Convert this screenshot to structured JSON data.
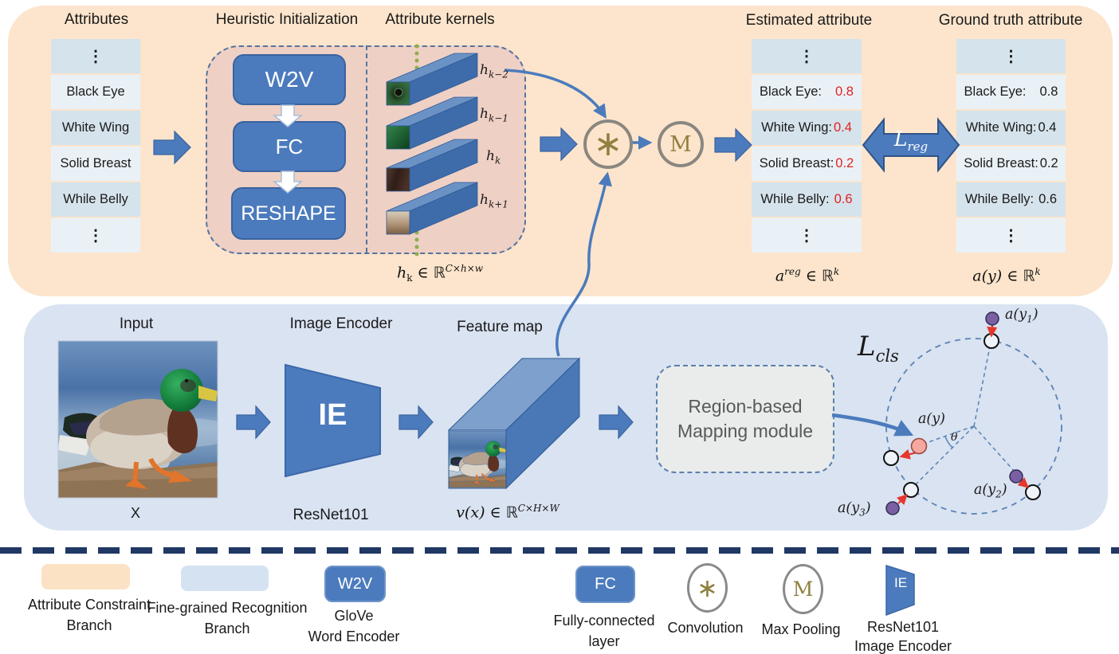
{
  "colors": {
    "branch_peach": "#fce5cc",
    "branch_blue": "#d9e3f1",
    "heuristic_pink": "#efd0c5",
    "box_blue": "#4b7bbd",
    "navy_separator": "#1f3864",
    "red_value": "#e02320",
    "olive_operator": "#8f8140",
    "circle_border_gray": "#8a8781",
    "diagram_dash_blue": "#5b82b5",
    "purple_dot": "#7a5fa2",
    "pink_dot": "#f4a8a0",
    "red_arrow": "#e5372d"
  },
  "top_branch": {
    "attributes": {
      "title": "Attributes",
      "rows": [
        "⋮",
        "Black Eye",
        "White Wing",
        "Solid Breast",
        "While Belly",
        "⋮"
      ]
    },
    "heuristic": {
      "title": "Heuristic Initialization",
      "steps": [
        "W2V",
        "FC",
        "RESHAPE"
      ]
    },
    "kernels": {
      "title": "Attribute kernels",
      "labels": [
        {
          "base": "h",
          "sub": "k−2"
        },
        {
          "base": "h",
          "sub": "k−1"
        },
        {
          "base": "h",
          "sub": "k"
        },
        {
          "base": "h",
          "sub": "k+1"
        }
      ],
      "caption": {
        "var": "h",
        "sub": "k",
        "element_of": " ∈ ",
        "set": "ℝ",
        "sup": "C×h×w"
      }
    },
    "operators": {
      "convolution": "∗",
      "max_pooling": "M"
    },
    "estimated": {
      "title": "Estimated attribute",
      "dots": "⋮",
      "labels": [
        "Black Eye:",
        "White Wing:",
        "Solid Breast:",
        "While Belly:"
      ],
      "values": [
        "0.8",
        "0.4",
        "0.2",
        "0.6"
      ],
      "caption": {
        "var": "a",
        "sup1": "reg",
        "element_of": " ∈ ",
        "set": "ℝ",
        "sup2": "k"
      }
    },
    "ground_truth": {
      "title": "Ground truth attribute",
      "dots": "⋮",
      "labels": [
        "Black Eye:",
        "White Wing:",
        "Solid Breast:",
        "While Belly:"
      ],
      "values": [
        "0.8",
        "0.4",
        "0.2",
        "0.6"
      ],
      "caption": {
        "var": "a(y)",
        "element_of": " ∈ ",
        "set": "ℝ",
        "sup": "k"
      }
    },
    "loss_reg": {
      "base": "L",
      "sub": "reg"
    }
  },
  "bottom_branch": {
    "input": {
      "title": "Input",
      "caption": "X"
    },
    "encoder": {
      "title": "Image Encoder",
      "box_label": "IE",
      "caption": "ResNet101"
    },
    "feature_map": {
      "title": "Feature map",
      "caption": {
        "var": "v(x)",
        "element_of": " ∈ ",
        "set": "ℝ",
        "sup": "C×H×W"
      }
    },
    "mapping_module": {
      "line1": "Region-based",
      "line2": "Mapping module"
    },
    "loss_cls": {
      "base": "L",
      "sub": "cls"
    },
    "embedding": {
      "center_label": {
        "pre": "a(y)",
        "sub": "",
        "post": ""
      },
      "labels": [
        {
          "pre": "a(y",
          "sub": "1",
          "post": ")"
        },
        {
          "pre": "a(y",
          "sub": "2",
          "post": ")"
        },
        {
          "pre": "a(y",
          "sub": "3",
          "post": ")"
        }
      ],
      "angle": "θ"
    }
  },
  "legend": {
    "items": [
      {
        "label1": "Attribute Constraint",
        "label2": "Branch"
      },
      {
        "label1": "Fine-grained Recognition",
        "label2": "Branch"
      },
      {
        "symbol": "W2V",
        "label1": "GloVe",
        "label2": "Word Encoder"
      },
      {
        "symbol": "FC",
        "label1": "Fully-connected",
        "label2": "layer"
      },
      {
        "symbol": "∗",
        "label1": "Convolution",
        "label2": ""
      },
      {
        "symbol": "M",
        "label1": "Max Pooling",
        "label2": ""
      },
      {
        "symbol": "IE",
        "label1": "ResNet101",
        "label2": "Image Encoder"
      }
    ]
  }
}
